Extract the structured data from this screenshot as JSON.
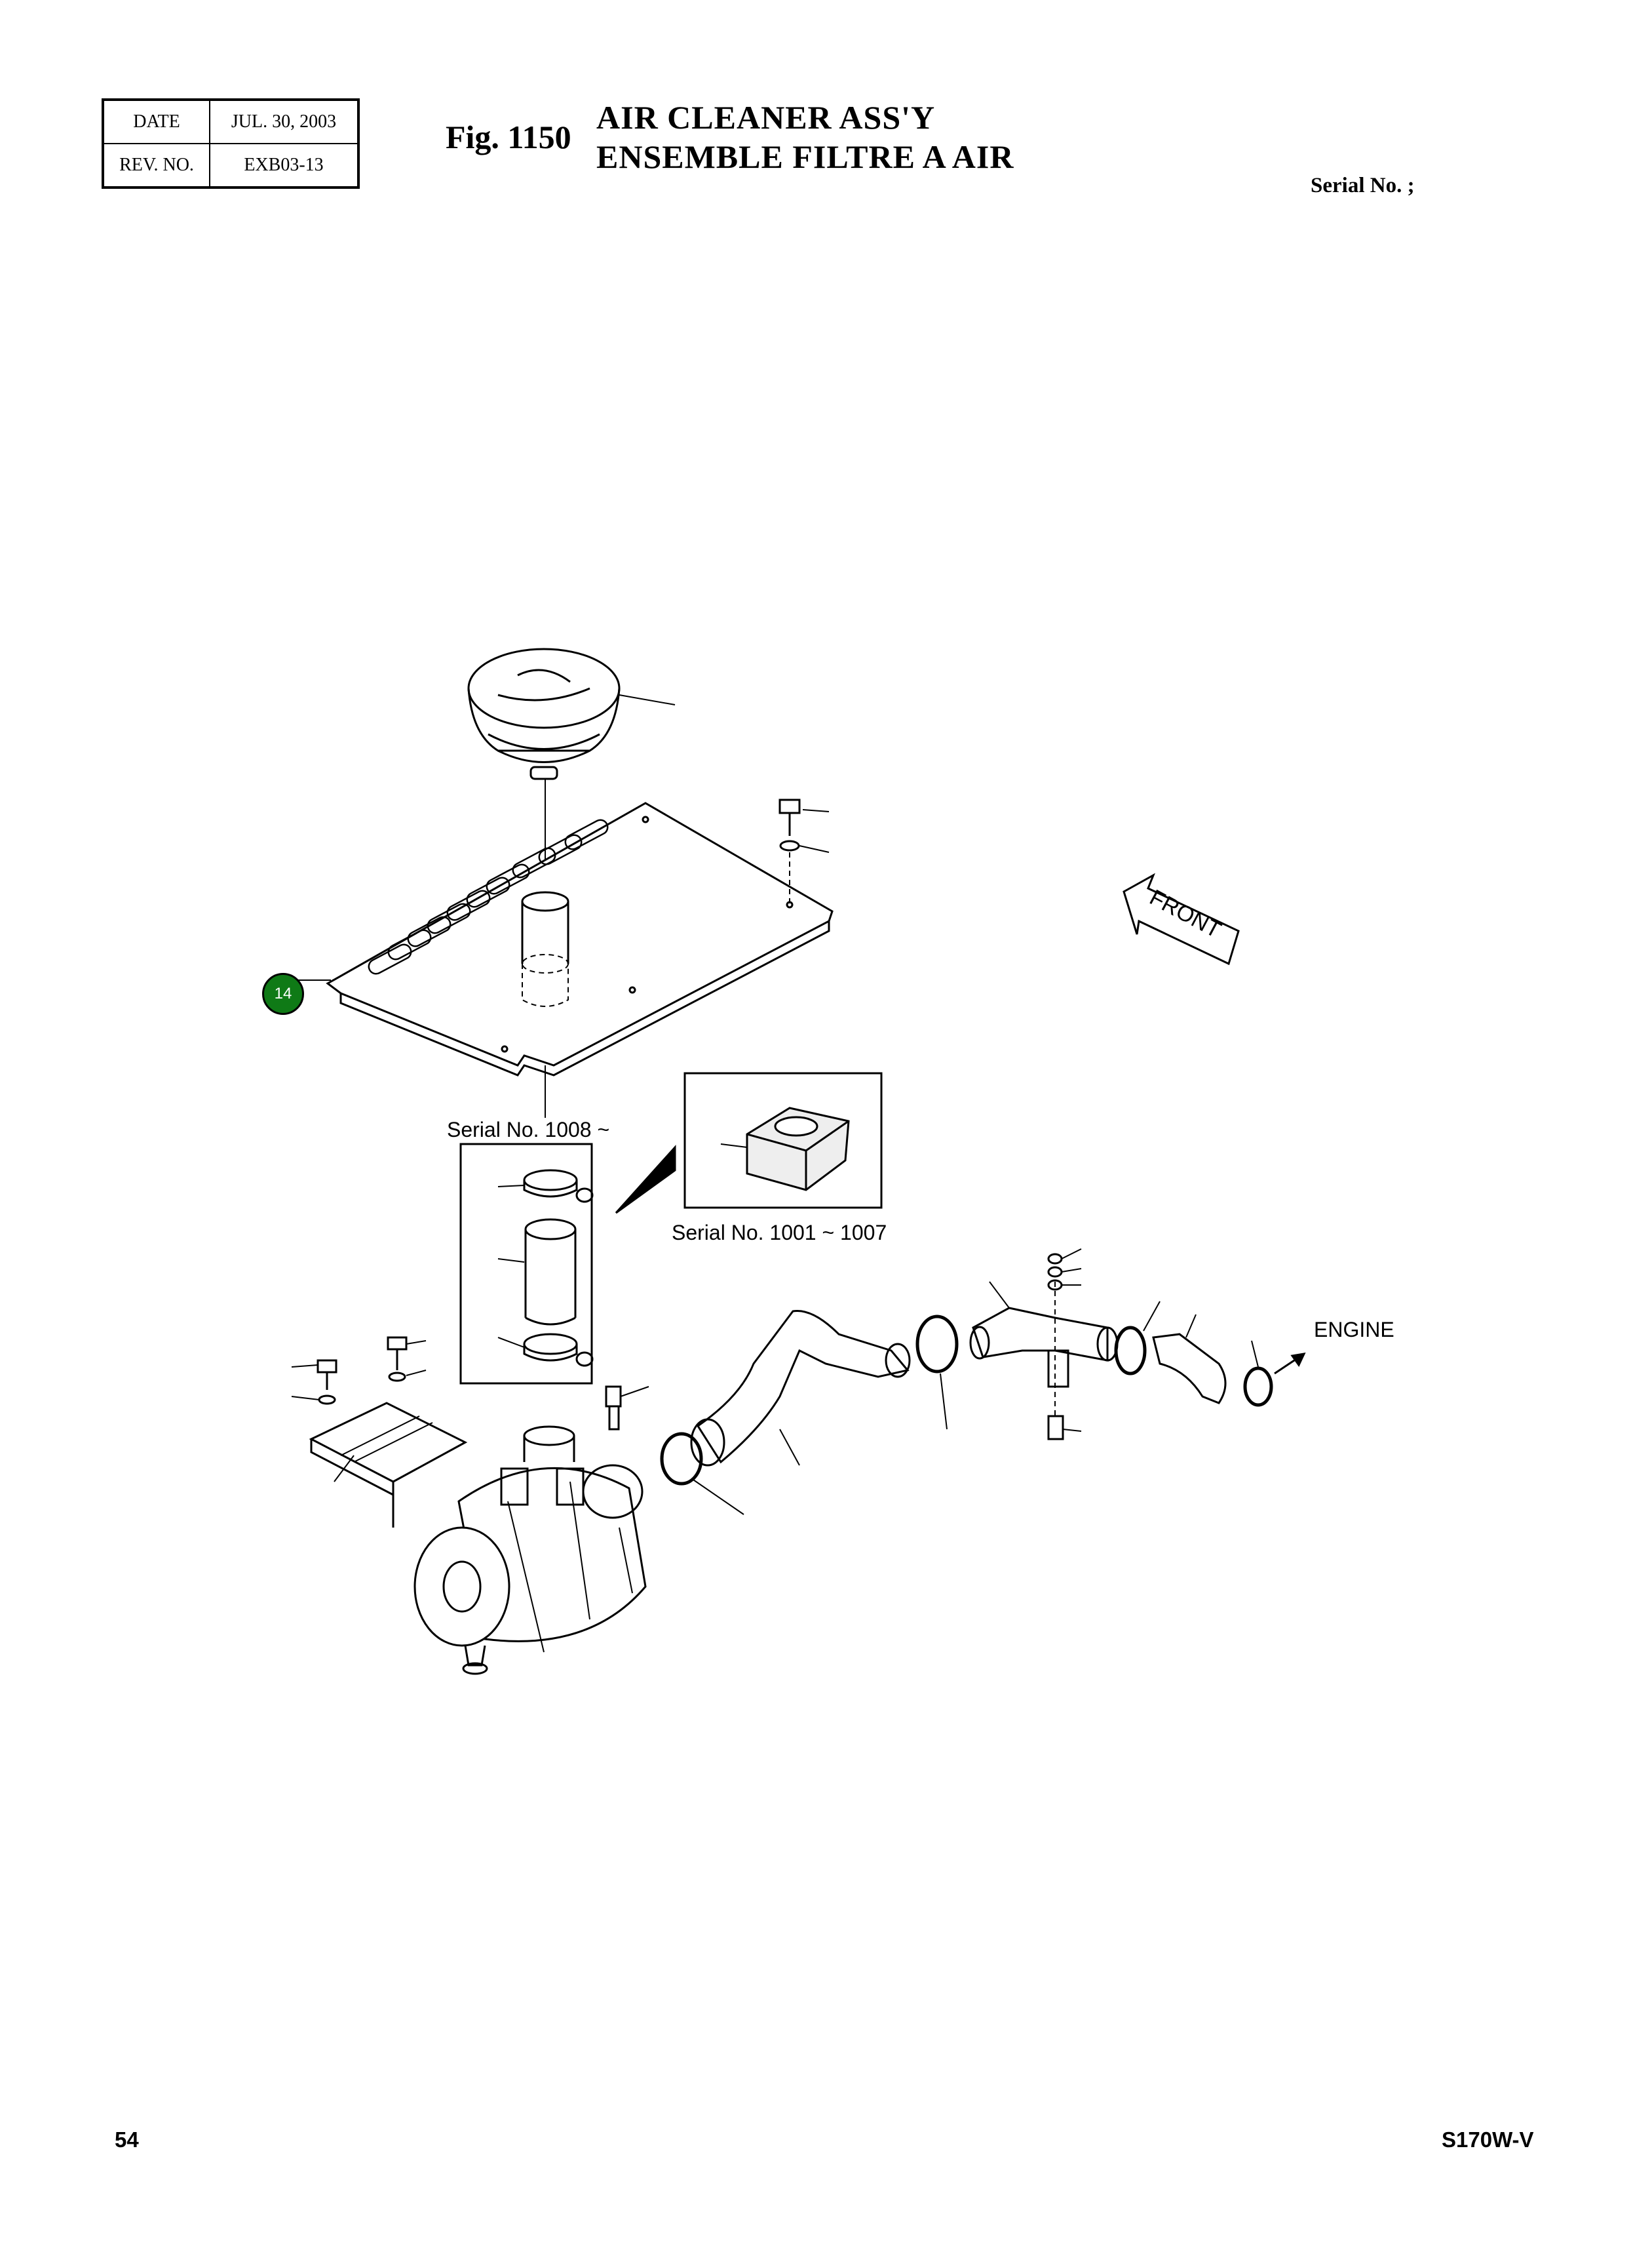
{
  "header": {
    "date_label": "DATE",
    "date_value": "JUL. 30, 2003",
    "rev_label": "REV. NO.",
    "rev_value": "EXB03-13",
    "fig_no": "Fig. 1150",
    "title_en": "AIR CLEANER ASS'Y",
    "title_fr": "ENSEMBLE FILTRE A AIR",
    "serial_label": "Serial No. ;"
  },
  "diagram": {
    "callout_14": "14",
    "front_label": "FRONT",
    "engine_label": "ENGINE",
    "serial_range_1": "Serial No. 1008 ~",
    "serial_range_2": "Serial No. 1001 ~ 1007"
  },
  "footer": {
    "page_number": "54",
    "model": "S170W-V"
  }
}
